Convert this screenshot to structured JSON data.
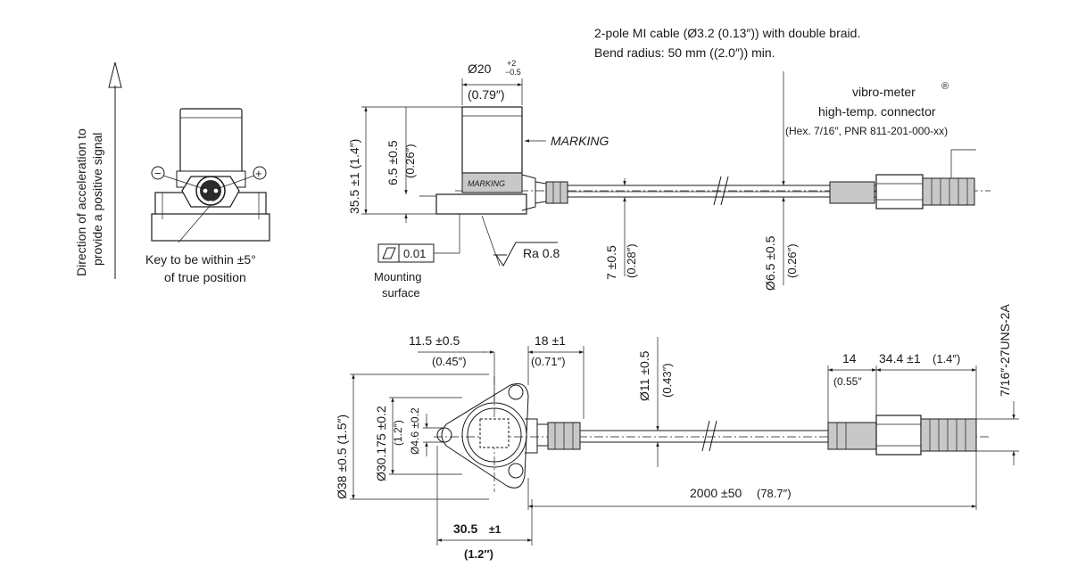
{
  "left": {
    "arrow_label_1": "Direction of acceleration to",
    "arrow_label_2": "provide a positive signal",
    "minus": "−",
    "plus": "+",
    "key_1": "Key to be within ±5°",
    "key_2": "of true position"
  },
  "side": {
    "diam20": "Ø20",
    "diam20_tol_plus": "+2",
    "diam20_tol_minus": "−0.5",
    "diam20_in": "(0.79″)",
    "marking_pointer": "MARKING",
    "marking_band": "MARKING",
    "h355": "35.5 ±1 (1.4″)",
    "h65": "6.5 ±0.5",
    "h65_in": "(0.26″)",
    "flatness": "0.01",
    "mounting_1": "Mounting",
    "mounting_2": "surface",
    "ra": "Ra 0.8",
    "d7": "7 ±0.5",
    "d7_in": "(0.28″)",
    "cable_d": "Ø6.5 ±0.5",
    "cable_d_in": "(0.26″)",
    "cable_1": "2-pole MI cable (Ø3.2 (0.13″)) with double braid.",
    "cable_2": "Bend radius: 50 mm ((2.0″)) min.",
    "conn_1": "vibro-meter",
    "conn_reg": "®",
    "conn_2": "high-temp. connector",
    "conn_3": "(Hex. 7/16″, PNR 811-201-000-xx)"
  },
  "top": {
    "d115": "11.5 ±0.5",
    "d115_in": "(0.45″)",
    "d18": "18 ±1",
    "d18_in": "(0.71″)",
    "d11": "Ø11 ±0.5",
    "d11_in": "(0.43″)",
    "d14": "14",
    "d14_in": "(0.55″",
    "d344": "34.4 ±1",
    "d344_in": "(1.4″)",
    "thread": "7/16″-27UNS-2A",
    "d38": "Ø38 ±0.5 (1.5″)",
    "d30": "Ø30.175 ±0.2",
    "d30_in": "(1.2″)",
    "d46": "Ø4.6 ±0.2",
    "d2000": "2000 ±50",
    "d2000_in": "(78.7″)",
    "d305": "30.5",
    "d305_tol": "±1",
    "d305_in": "(1.2″)"
  }
}
